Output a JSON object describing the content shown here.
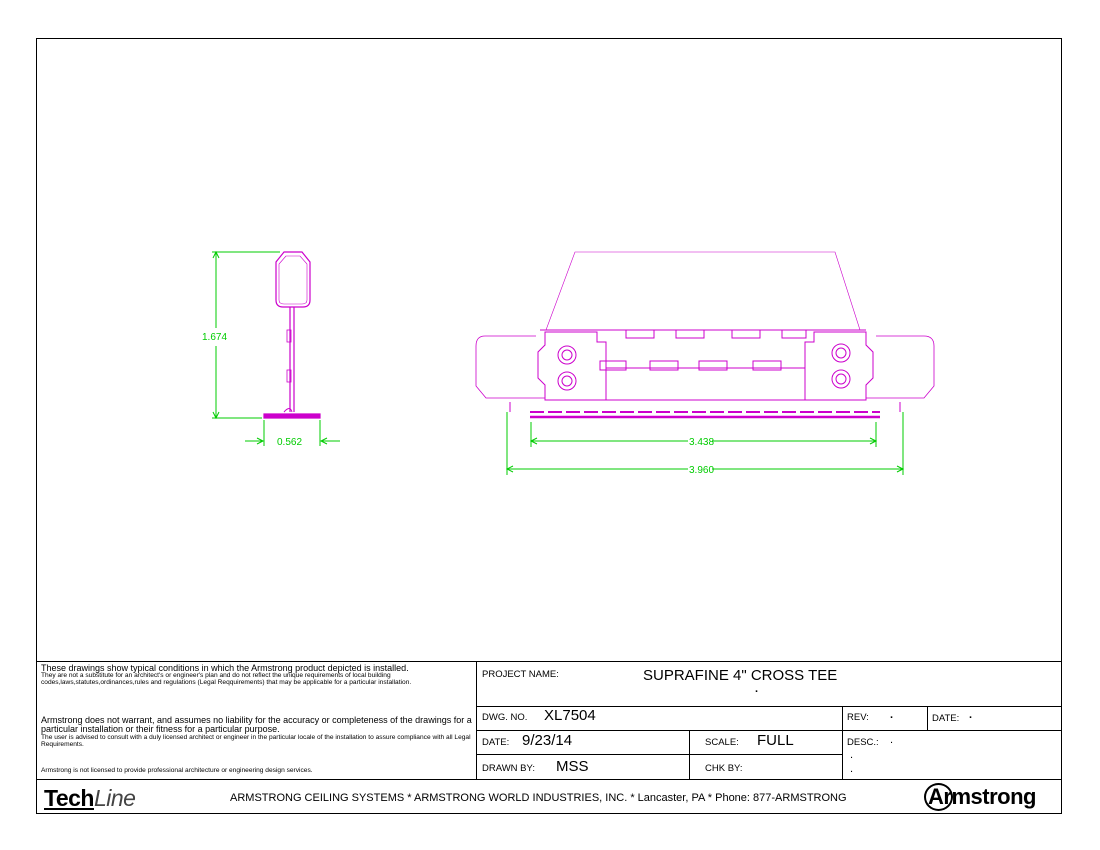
{
  "disclaimer": {
    "p1_lead": "These drawings show typical conditions in which the Armstrong product depicted is installed.",
    "p1_rest": "They are not a substitute for an architect's or engineer's plan and do not reflect the unique requirements of local building codes,laws,statutes,ordinances,rules and regulations (Legal Reqquirements) that may be applicable for a particular installation.",
    "p2_lead": "Armstrong does not warrant, and assumes no liability for the accuracy or completeness of the drawings for a particular installation or their fitness for a particular purpose.",
    "p2_rest": "The user is  advised to consult with a duly licensed architect or engineer in the particular locale of the installation to assure  compliance with all Legal Requirements.",
    "p3": "Armstrong is not licensed to provide professional architecture or engineering design services."
  },
  "title_block": {
    "project_label": "PROJECT NAME:",
    "project_value": "SUPRAFINE 4\" CROSS TEE",
    "dwg_label": "DWG. NO.",
    "dwg_value": "XL7504",
    "rev_label": "REV:",
    "rev_value": ".",
    "date_right_label": "DATE:",
    "date_right_value": ".",
    "date_label": "DATE:",
    "date_value": "9/23/14",
    "scale_label": "SCALE:",
    "scale_value": "FULL",
    "desc_label": "DESC.:",
    "desc_value": ".",
    "drawn_label": "DRAWN BY:",
    "drawn_value": "MSS",
    "chk_label": "CHK BY:",
    "chk_value": "",
    "footer": "ARMSTRONG CEILING SYSTEMS * ARMSTRONG WORLD INDUSTRIES, INC. * Lancaster, PA * Phone: 877-ARMSTRONG",
    "techline_a": "Tech",
    "techline_b": "Line",
    "armstrong_logo": "Armstrong"
  },
  "dimensions": {
    "height": "1.674",
    "base_width": "0.562",
    "inner_length": "3.438",
    "overall_length": "3.960"
  },
  "colors": {
    "profile": "#cc00cc",
    "dimension": "#00cc00",
    "frame": "#000000"
  }
}
